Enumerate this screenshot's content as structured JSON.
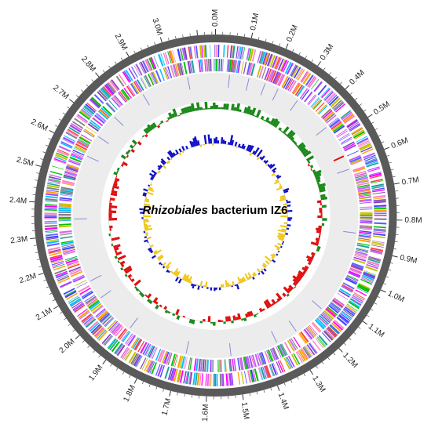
{
  "title": {
    "organism": "Rhizobiales",
    "suffix": " bacterium IZ6"
  },
  "genome": {
    "length_mb": 3.15,
    "tick_interval_mb": 0.1,
    "tick_labels": [
      "0.0M",
      "0.1M",
      "0.2M",
      "0.3M",
      "0.4M",
      "0.5M",
      "0.6M",
      "0.7M",
      "0.8M",
      "0.9M",
      "1.0M",
      "1.1M",
      "1.2M",
      "1.3M",
      "1.4M",
      "1.5M",
      "1.6M",
      "1.7M",
      "1.8M",
      "1.9M",
      "2.0M",
      "2.1M",
      "2.2M",
      "2.3M",
      "2.4M",
      "2.5M",
      "2.6M",
      "2.7M",
      "2.8M",
      "2.9M",
      "3.0M"
    ]
  },
  "colors": {
    "backbone": "#5a5a5a",
    "track_background": "#ececec",
    "gc_content_above": "#1a8a1a",
    "gc_content_below": "#e01010",
    "gc_skew_positive": "#1010c8",
    "gc_skew_negative": "#f0c818",
    "rna_marker": "#8a8ad8",
    "cog_palette": [
      "#ff00ff",
      "#a040ff",
      "#4040ff",
      "#00c0ff",
      "#00c000",
      "#ff4040",
      "#ffa000",
      "#c0c000",
      "#c060ff",
      "#ff80c0",
      "#808080",
      "#20a0a0",
      "#8040c0",
      "#e060e0",
      "#6060ff"
    ]
  },
  "tracks": [
    "genomic-position-scale",
    "cds-forward-strand",
    "cds-reverse-strand",
    "rna-genes",
    "gc-content",
    "gc-skew"
  ]
}
